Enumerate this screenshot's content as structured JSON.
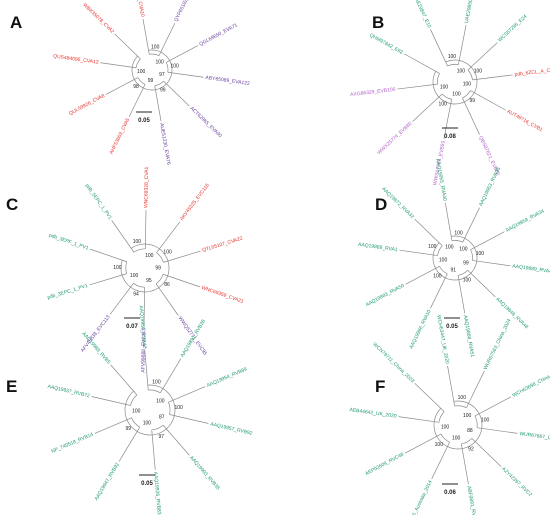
{
  "colors": {
    "red": "#e8322b",
    "purple": "#6a3fa0",
    "green": "#1e9a6b",
    "violet": "#b062c8"
  },
  "panels": [
    {
      "letter": "A",
      "scale": "0.05",
      "bootstraps": [
        "100",
        "100",
        "100",
        "97",
        "99",
        "99",
        "98",
        "100"
      ],
      "leaves": [
        {
          "text": "XGT98073_CVA10",
          "color": "red"
        },
        {
          "text": "QYP65182_EVA120",
          "color": "purple"
        },
        {
          "text": "QGL69650_EVA71",
          "color": "purple"
        },
        {
          "text": "ABY65089_EVA122",
          "color": "purple"
        },
        {
          "text": "ACT62965_EVA90",
          "color": "purple"
        },
        {
          "text": "AUE51230_EVA76",
          "color": "purple"
        },
        {
          "text": "AHF53603_CVA5",
          "color": "red"
        },
        {
          "text": "QUL59926_CVA8",
          "color": "red"
        },
        {
          "text": "QUS484095_CVA12",
          "color": "red"
        },
        {
          "text": "WBK35078_CVA2",
          "color": "red"
        }
      ]
    },
    {
      "letter": "B",
      "scale": "0.08",
      "bootstraps": [
        "100",
        "100",
        "100",
        "100",
        "99",
        "100",
        "100",
        "100"
      ],
      "leaves": [
        {
          "text": "UAE29847_E10",
          "color": "green"
        },
        {
          "text": "UAE29850_E5",
          "color": "green"
        },
        {
          "text": "WCS57295_E24",
          "color": "green"
        },
        {
          "text": "pdb_6ZCL_A_CVB",
          "color": "red"
        },
        {
          "text": "AUT49716_CVB1",
          "color": "red"
        },
        {
          "text": "QBS87621_EVB80",
          "color": "violet"
        },
        {
          "text": "WWS67763_EVB93",
          "color": "violet"
        },
        {
          "text": "WWX25774_EVB80",
          "color": "violet"
        },
        {
          "text": "AXG86329_EVB100",
          "color": "violet"
        },
        {
          "text": "QHM97842_E92",
          "color": "green"
        }
      ]
    },
    {
      "letter": "C",
      "scale": "0.07",
      "bootstraps": [
        "100",
        "100",
        "100",
        "99",
        "86",
        "95",
        "94",
        "100",
        "100"
      ],
      "leaves": [
        {
          "text": "pdb_5EPC_1_PV1",
          "color": "green"
        },
        {
          "text": "WNC69328_CVA1",
          "color": "red"
        },
        {
          "text": "AKV45325_EVC116",
          "color": "red"
        },
        {
          "text": "QTL05107_CVA22",
          "color": "red"
        },
        {
          "text": "WNC69359_CVA21",
          "color": "red"
        },
        {
          "text": "WWQ52771_EVC95",
          "color": "purple"
        },
        {
          "text": "AFV99688_EVC113",
          "color": "purple"
        },
        {
          "text": "AFV45838_EVC113",
          "color": "purple"
        },
        {
          "text": "pdb_3EPC_1_PV1",
          "color": "green"
        },
        {
          "text": "pdb_3EPF_1_PV1",
          "color": "green"
        }
      ]
    },
    {
      "letter": "D",
      "scale": "0.05",
      "bootstraps": [
        "100",
        "100",
        "100",
        "99",
        "100",
        "91",
        "100",
        "100",
        "100",
        "100"
      ],
      "leaves": [
        {
          "text": "AAQ19955_RVA40",
          "color": "green"
        },
        {
          "text": "AAQ19963_RVA35",
          "color": "green"
        },
        {
          "text": "AAQ19958_RVA34",
          "color": "green"
        },
        {
          "text": "AAQ19889_RVA41",
          "color": "green"
        },
        {
          "text": "AAQ19848_RVA48",
          "color": "green"
        },
        {
          "text": "AAQ19868_RVA51",
          "color": "green"
        },
        {
          "text": "AAQ19966_RVA10",
          "color": "green"
        },
        {
          "text": "AAQ19883_RVA50",
          "color": "green"
        },
        {
          "text": "AAQ19889_RVA1",
          "color": "green"
        },
        {
          "text": "AAQ19872_RVA32",
          "color": "green"
        }
      ]
    },
    {
      "letter": "E",
      "scale": "0.05",
      "bootstraps": [
        "100",
        "100",
        "100",
        "87",
        "97",
        "100",
        "99",
        "100"
      ],
      "leaves": [
        {
          "text": "AAQ19950_RVB42",
          "color": "green"
        },
        {
          "text": "AAQ19891_RVB38",
          "color": "green"
        },
        {
          "text": "AAQ19954_RVB99",
          "color": "green"
        },
        {
          "text": "AAQ19957_RVB92",
          "color": "green"
        },
        {
          "text": "AAQ19903_RVB35",
          "color": "green"
        },
        {
          "text": "AAQ19926_RVB83",
          "color": "green"
        },
        {
          "text": "AAQ19947_RVB92",
          "color": "green"
        },
        {
          "text": "NP_740518_RVB14",
          "color": "green"
        },
        {
          "text": "AAQ19937_RVB72",
          "color": "green"
        },
        {
          "text": "AAQ19989_RVB5",
          "color": "green"
        }
      ]
    },
    {
      "letter": "F",
      "scale": "0.06",
      "bootstraps": [
        "100",
        "100",
        "100",
        "88",
        "92",
        "100",
        "100",
        "100"
      ],
      "leaves": [
        {
          "text": "WCH63447_UK_2020",
          "color": "green"
        },
        {
          "text": "WUR67563_China_2024",
          "color": "green"
        },
        {
          "text": "WCH63698_China_2018",
          "color": "green"
        },
        {
          "text": "WUR67667_China_2014",
          "color": "green"
        },
        {
          "text": "AZY42397_RVC2",
          "color": "green"
        },
        {
          "text": "ABF9891_RVC47",
          "color": "green"
        },
        {
          "text": "ACN94256_Australia_2014",
          "color": "green"
        },
        {
          "text": "AEP02609_RVC48",
          "color": "green"
        },
        {
          "text": "AEB44642_UK_2020",
          "color": "green"
        },
        {
          "text": "WCN79711_China_2023",
          "color": "green"
        }
      ]
    }
  ]
}
